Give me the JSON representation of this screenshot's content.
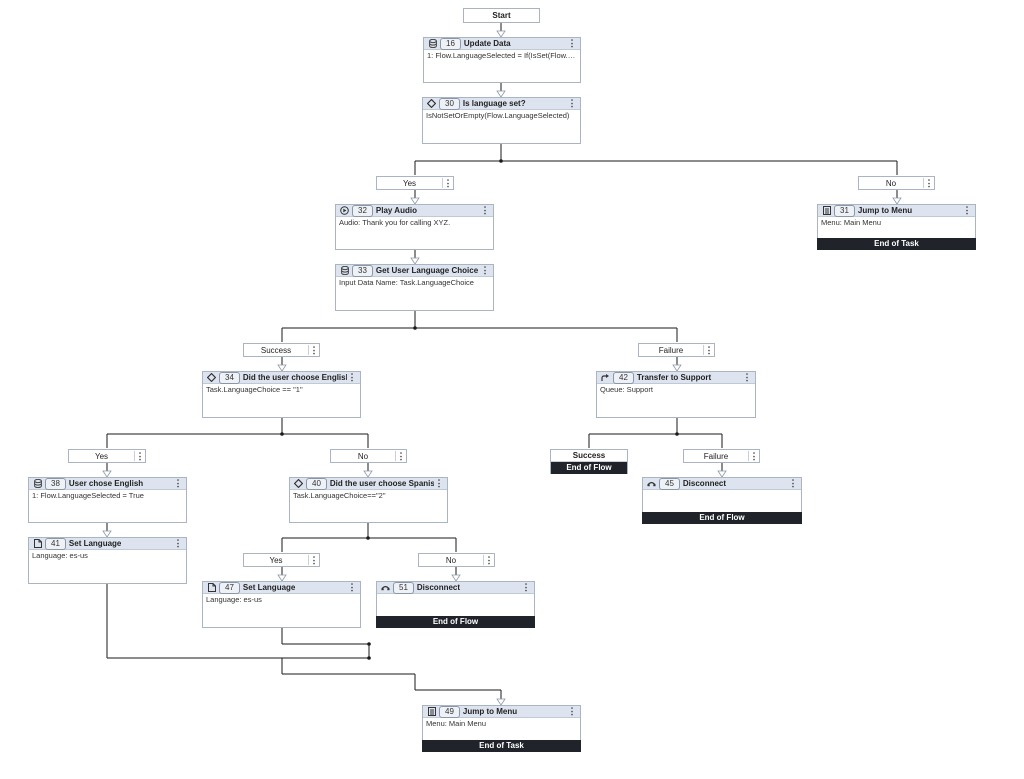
{
  "start": "Start",
  "nodes": {
    "n16": {
      "num": "16",
      "icon": "database-icon",
      "title": "Update Data",
      "body": "1: Flow.LanguageSelected = If(IsSet(Flow.L..."
    },
    "n30": {
      "num": "30",
      "icon": "decision-icon",
      "title": "Is language set?",
      "body": "IsNotSetOrEmpty(Flow.LanguageSelected)"
    },
    "n32": {
      "num": "32",
      "icon": "play-audio-icon",
      "title": "Play Audio",
      "body": "Audio: Thank you for calling XYZ."
    },
    "n31": {
      "num": "31",
      "icon": "menu-icon",
      "title": "Jump to Menu",
      "body": "Menu: Main Menu",
      "footer": "End of Task"
    },
    "n33": {
      "num": "33",
      "icon": "database-icon",
      "title": "Get User Language Choice",
      "body": "Input Data Name: Task.LanguageChoice"
    },
    "n34": {
      "num": "34",
      "icon": "decision-icon",
      "title": "Did the user choose English?",
      "body": "Task.LanguageChoice == \"1\""
    },
    "n42": {
      "num": "42",
      "icon": "transfer-icon",
      "title": "Transfer to Support",
      "body": "Queue: Support"
    },
    "n38": {
      "num": "38",
      "icon": "database-icon",
      "title": "User chose English",
      "body": "1: Flow.LanguageSelected = True"
    },
    "n40": {
      "num": "40",
      "icon": "decision-icon",
      "title": "Did the user choose Spanish?",
      "body": "Task.LanguageChoice==\"2\""
    },
    "n45": {
      "num": "45",
      "icon": "disconnect-icon",
      "title": "Disconnect",
      "body": "",
      "footer": "End of Flow"
    },
    "n41": {
      "num": "41",
      "icon": "document-icon",
      "title": "Set Language",
      "body": "Language: es-us"
    },
    "n47": {
      "num": "47",
      "icon": "document-icon",
      "title": "Set Language",
      "body": "Language: es-us"
    },
    "n51": {
      "num": "51",
      "icon": "disconnect-icon",
      "title": "Disconnect",
      "body": "",
      "footer": "End of Flow"
    },
    "n49": {
      "num": "49",
      "icon": "menu-icon",
      "title": "Jump to Menu",
      "body": "Menu: Main Menu",
      "footer": "End of Task"
    }
  },
  "branches": {
    "b30yes": "Yes",
    "b30no": "No",
    "b33success": "Success",
    "b33failure": "Failure",
    "b34yes": "Yes",
    "b34no": "No",
    "b42failure": "Failure",
    "b40yes": "Yes",
    "b40no": "No"
  },
  "endpoints": {
    "e42success": {
      "label": "Success",
      "end": "End of Flow"
    }
  },
  "menu_glyph": "⋮"
}
